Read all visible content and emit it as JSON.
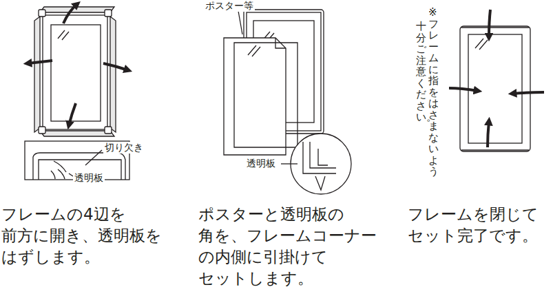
{
  "diagram": {
    "labels": [
      "切り欠き",
      "透明板",
      "フレームの4辺を 前方に開き、透明板を はずします。",
      "ポスター等",
      "透明板",
      "ポスターと透明板の 角を、フレームコーナー の内側に引掛けて セットします。",
      "※フレームに指をはさまないよう",
      "十分ご注意ください。",
      "フレームを閉じて セット完了です。"
    ]
  }
}
